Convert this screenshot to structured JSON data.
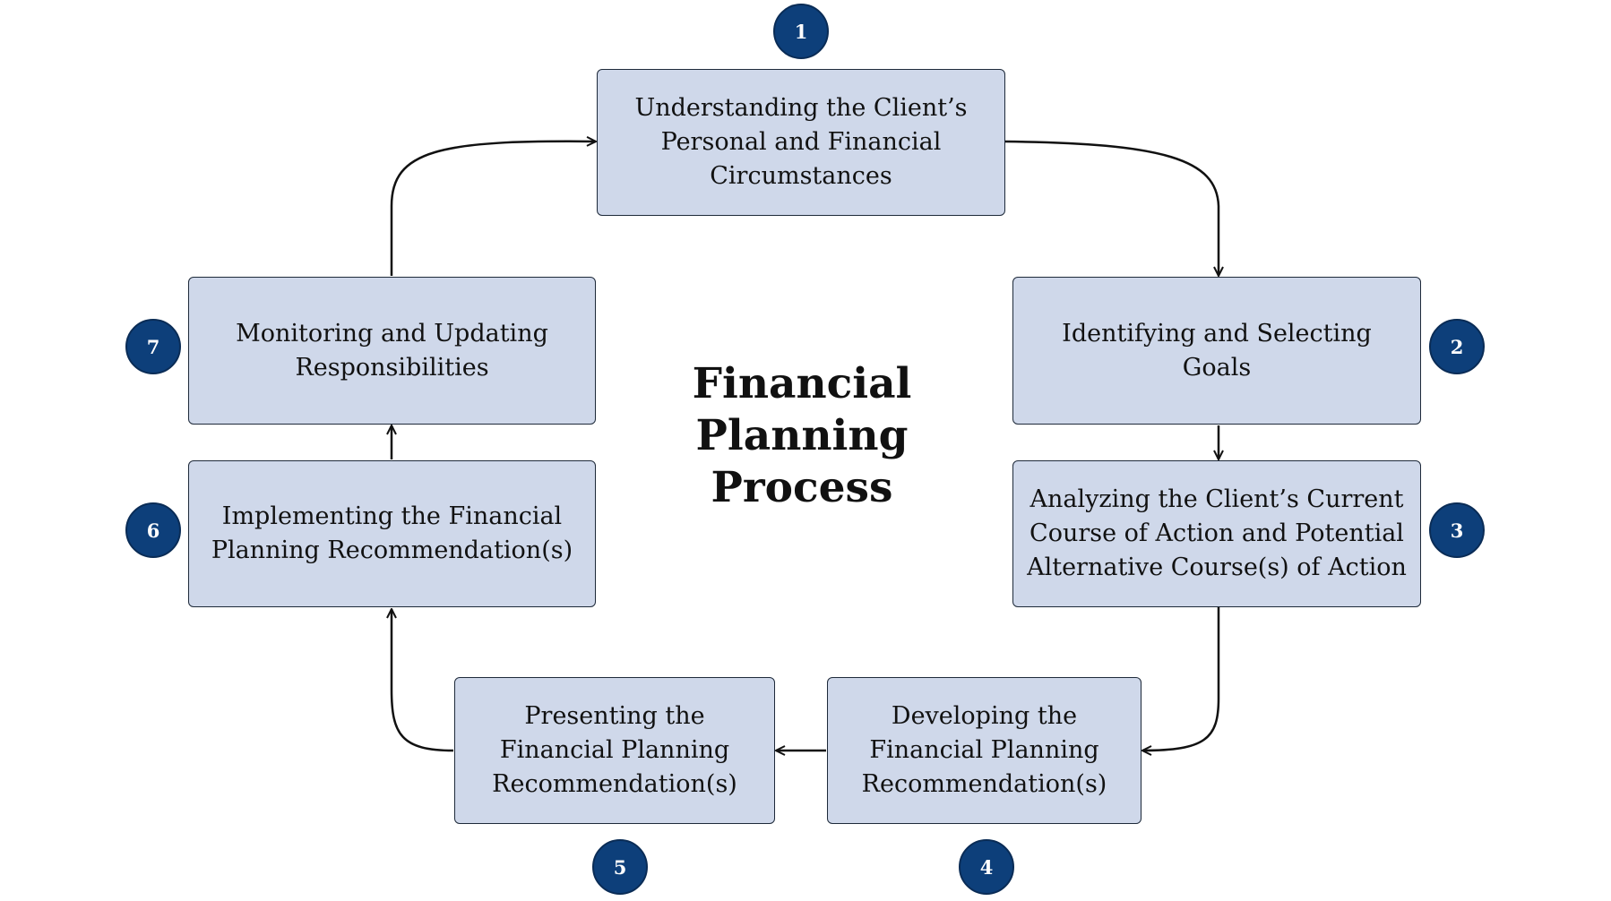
{
  "diagram": {
    "title": "Financial Planning Process",
    "colors": {
      "box_fill": "#cfd8ea",
      "box_border": "#1e2a3a",
      "badge_fill": "#0d3f7a",
      "badge_text": "#ffffff",
      "arrow": "#111111"
    },
    "steps": [
      {
        "number": "1",
        "label": "Understanding the Client’s Personal and Financial Circumstances"
      },
      {
        "number": "2",
        "label": "Identifying and Selecting Goals"
      },
      {
        "number": "3",
        "label": "Analyzing the Client’s Current Course of Action and Potential Alternative Course(s) of Action"
      },
      {
        "number": "4",
        "label": "Developing the Financial Planning Recommendation(s)"
      },
      {
        "number": "5",
        "label": "Presenting the Financial Planning Recommendation(s)"
      },
      {
        "number": "6",
        "label": "Implementing the Financial Planning Recommendation(s)"
      },
      {
        "number": "7",
        "label": "Monitoring and Updating Responsibilities"
      }
    ],
    "flow": [
      {
        "from": "1",
        "to": "2"
      },
      {
        "from": "2",
        "to": "3"
      },
      {
        "from": "3",
        "to": "4"
      },
      {
        "from": "4",
        "to": "5"
      },
      {
        "from": "5",
        "to": "6"
      },
      {
        "from": "6",
        "to": "7"
      },
      {
        "from": "7",
        "to": "1"
      }
    ]
  }
}
